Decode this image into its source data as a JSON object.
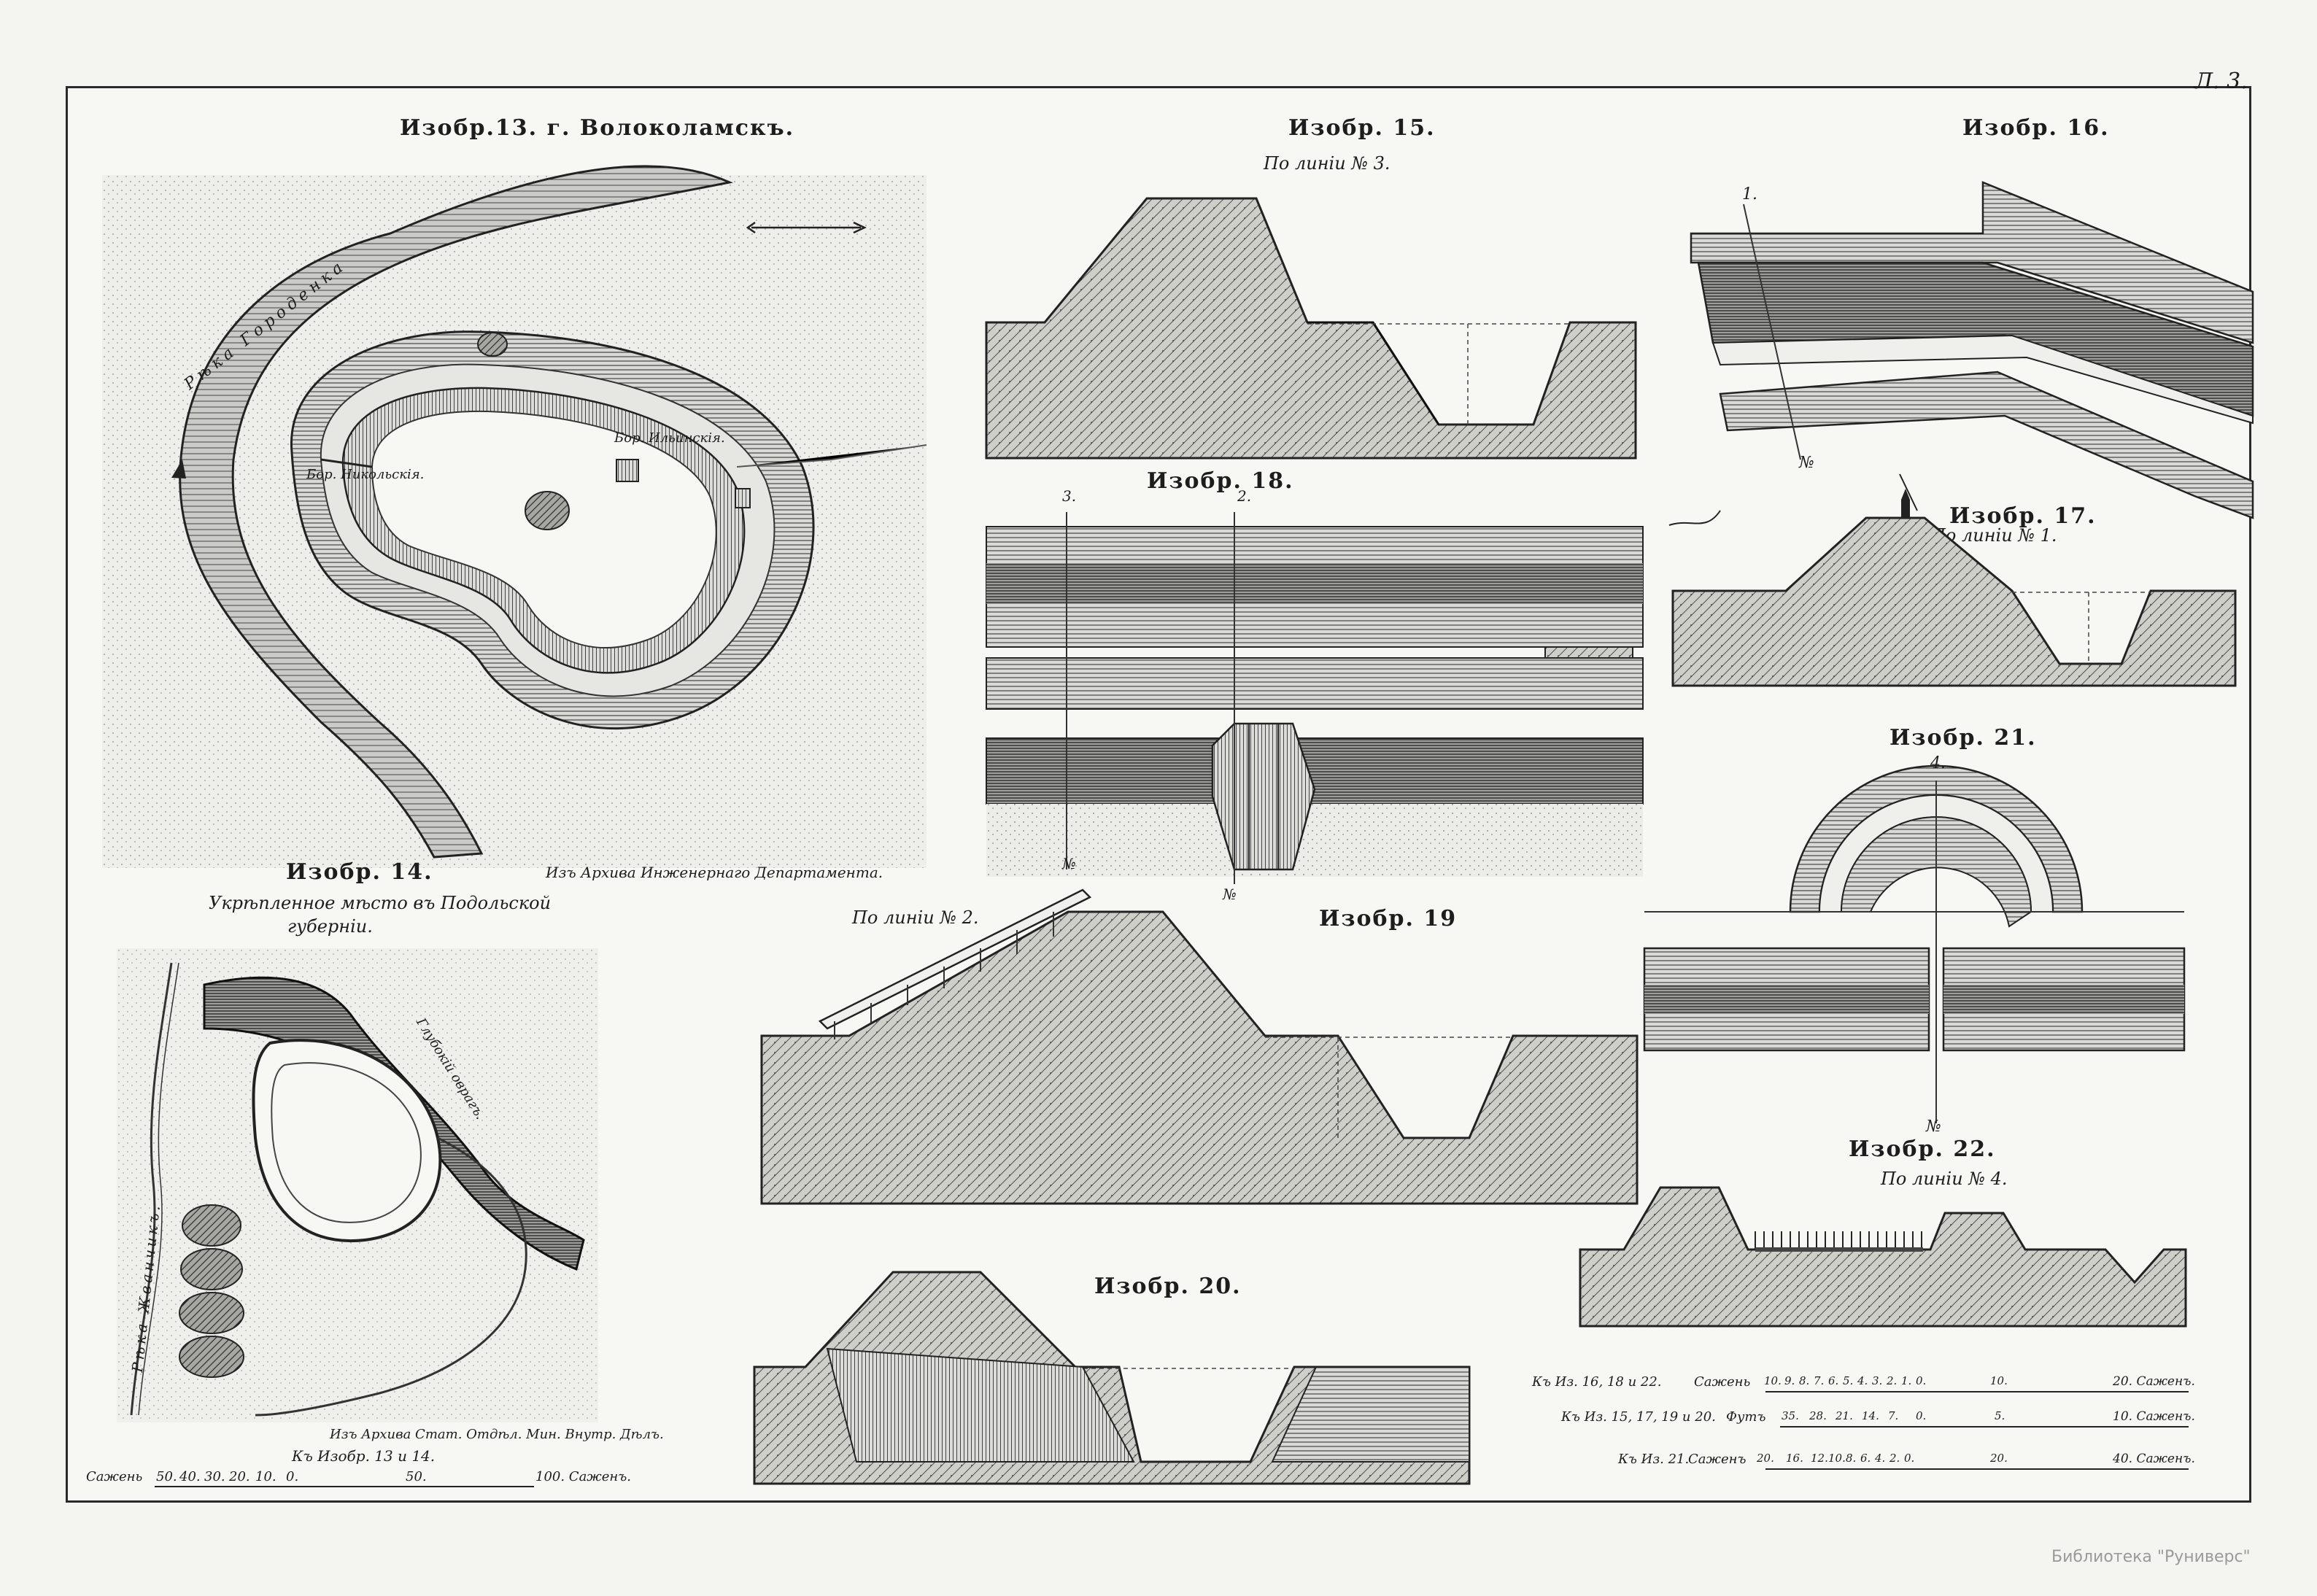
{
  "sheet_number": "Л. 3.",
  "library": "Библиотека \"Руниверс\"",
  "fig13": {
    "title": "Изобр.13. г. Волоколамскъ.",
    "river": "Рѣка Городенка",
    "gate_nikolskaya": "Бор. Никольскія.",
    "gate_ilyinskaya": "Бор. Ильинскія.",
    "source": "Изъ Архива Инженернаго Департамента."
  },
  "fig14": {
    "title": "Изобр. 14.",
    "subtitle_line1": "Укрѣпленное мѣсто въ Подольской",
    "subtitle_line2": "губерніи.",
    "ravine": "Глубокій оврагъ.",
    "river": "Рѣка Жванчикъ.",
    "source": "Изъ Архива Стат. Отдѣл. Мин. Внутр. Дѣлъ."
  },
  "fig15": {
    "title": "Изобр. 15.",
    "subtitle": "По линіи № 3."
  },
  "fig16": {
    "title": "Изобр. 16.",
    "mark_top": "1.",
    "mark_bottom": "№"
  },
  "fig17": {
    "title": "Изобр. 17.",
    "subtitle": "По линіи № 1."
  },
  "fig18": {
    "title": "Изобр. 18.",
    "mark_3": "3.",
    "mark_2": "2.",
    "mark_n1": "№",
    "mark_n2": "№"
  },
  "fig19": {
    "title": "Изобр. 19",
    "subtitle": "По линіи № 2."
  },
  "fig20": {
    "title": "Изобр. 20."
  },
  "fig21": {
    "title": "Изобр. 21.",
    "mark_top": "4.",
    "mark_bottom": "№"
  },
  "fig22": {
    "title": "Изобр. 22.",
    "subtitle": "По линіи № 4."
  },
  "scale_left": {
    "caption": "Къ Изобр. 13 и 14.",
    "unit_left": "Сажень",
    "ticks": [
      "50.",
      "40.",
      "30.",
      "20.",
      "10.",
      "0.",
      "50.",
      "100. Саженъ."
    ]
  },
  "scales_right": [
    {
      "label": "Къ Из. 16, 18 и 22.",
      "unit": "Сажень",
      "ticks": [
        "10.",
        "9.",
        "8.",
        "7.",
        "6.",
        "5.",
        "4.",
        "3.",
        "2.",
        "1.",
        "0.",
        "10.",
        "20. Саженъ."
      ]
    },
    {
      "label": "Къ Из. 15, 17, 19 и 20.",
      "unit": "Футъ",
      "ticks": [
        "35.",
        "28.",
        "21.",
        "14.",
        "7.",
        "0.",
        "5.",
        "10. Саженъ."
      ]
    },
    {
      "label": "Къ Из. 21.",
      "unit": "Саженъ",
      "ticks": [
        "20.",
        "16.",
        "12.",
        "10.",
        "8.",
        "6.",
        "4.",
        "2.",
        "0.",
        "20.",
        "40. Саженъ."
      ]
    }
  ]
}
